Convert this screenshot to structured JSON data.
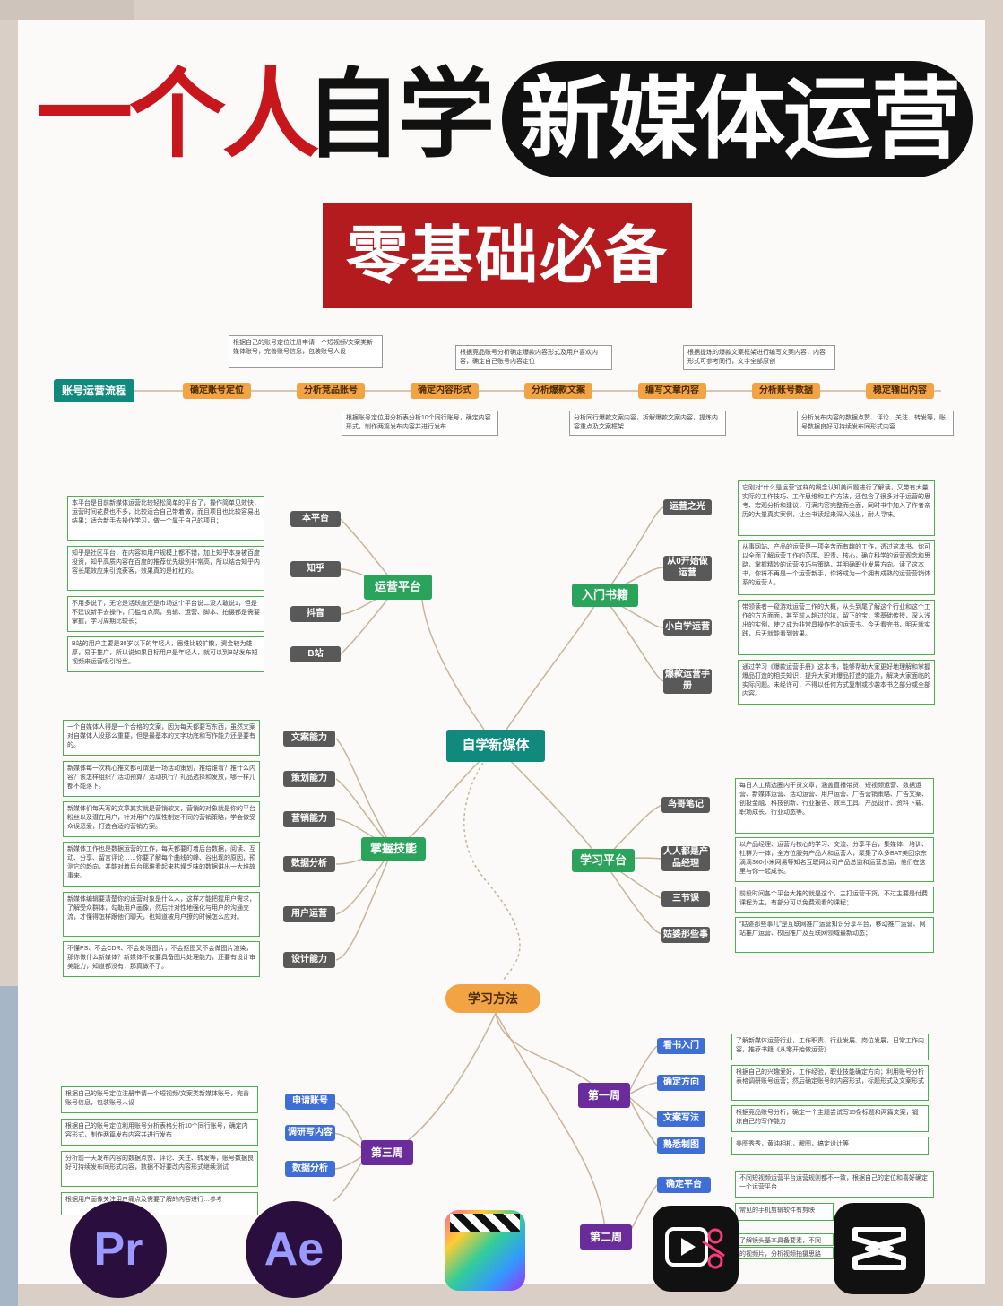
{
  "title": {
    "part_red": "一个人",
    "part_black": "自学",
    "part_pill": "新媒体运营"
  },
  "subtitle": "零基础必备",
  "process": {
    "root": "账号运营流程",
    "steps": [
      "确定账号定位",
      "分析竞品账号",
      "确定内容形式",
      "分析爆款文案",
      "编写文章内容",
      "分析账号数据",
      "稳定输出内容"
    ],
    "notes_top": [
      "根据自己的账号定位注册申请一个短视频/文案类新媒体账号，完善账号信息，包装账号人设",
      "根据竞品账号分析确定爆款内容形式及用户喜欢内容，确定自己账号内容定位",
      "根据提炼的爆款文案框架进行编写文案内容，内容形式可参考同行，文字全部原创"
    ],
    "notes_bottom": [
      "根据账号定位用分析表分析10个同行账号，确定内容形式，制作两篇发布内容并进行发布",
      "分析同行爆款文案内容，拆解爆款文案内容，提炼内容重点及文案框架",
      "分析发布内容的数据点赞、评论、关注、转发等，账号数据良好可持续发布同形式内容"
    ]
  },
  "center": "自学新媒体",
  "platforms": {
    "label": "运营平台",
    "items": [
      {
        "name": "本平台",
        "desc": "本平台是目前新媒体运营比较轻松简单的平台了，操作简单见效快，运营时间花费也不多，比较适合自己带着做，而且项目也比较容易出结果；适合新手去操作学习，做一个属于自己的项目；"
      },
      {
        "name": "知乎",
        "desc": "知乎是社区平台，在内容和用户规模上都不错，加上知乎本身被百度投资，知乎高质内容在百度的推荐优先级别非常高，所以结合知乎内容长尾效应来引流获客，效果真的是杠杠的。"
      },
      {
        "name": "抖音",
        "desc": "不用多说了，无论是活跃度还是市场这个平台说二没人敢说1，但是不建议新手去操作，门槛有点高，剪辑、运营、脚本、拍摄都是需要掌握，学习周期比较长；"
      },
      {
        "name": "B站",
        "desc": "B站的用户主要是30岁以下的年轻人，思维比较扩散，资金较为雄厚，易于推广，所以说如果目标用户是年轻人，就可以到B站发布短视频来运营吸引粉丝。"
      }
    ]
  },
  "skills": {
    "label": "掌握技能",
    "items": [
      {
        "name": "文案能力",
        "desc": "一个自媒体人得是一个合格的文案，因为每天都要写东西，虽然文案对自媒体人没那么重要，但是最基本的文字功底和写作能力还是要有的。"
      },
      {
        "name": "策划能力",
        "desc": "新媒体每一次精心推文都可谓是一场活动策划，推给谁看？推什么内容？该怎样组织？活动预算？活动执行？礼品选择和发放，哪一样儿都不能落下。"
      },
      {
        "name": "营销能力",
        "desc": "新媒体们每天写的文章其实就是营销软文，营销的对象就是你的平台粉丝以及潜在用户，针对用户的属性制定不同的营销策略，学会做受众误恶爱，打造合适的营销方案。"
      },
      {
        "name": "数据分析",
        "desc": "新媒体工作也是数据运营的工作，每天都要盯着后台数据，阅读、互动、分享、留言评论……你要了解每个曲线的峰、谷出现的原因，预测它的趋向，并能对着后台那堆看起来枯燥乏味的数据讲出一大堆故事来。"
      },
      {
        "name": "用户运营",
        "desc": "新媒体编辑要清楚你的运营对象是什么人，这样才能把握用户需求，了解受众群体，勾勒用户画像，然后针对性地强化与用户的沟通交流，才懂得怎样跟他们聊天，也知道被用户撩的时候怎么应对。"
      },
      {
        "name": "设计能力",
        "desc": "不懂PS、不会CDR、不会处理图片，不会抠图又不会做图片渲染，那你做什么新媒体？新媒体不仅要具备图片处理能力，还要有设计审美能力，知道都没有，那真做不了。"
      }
    ]
  },
  "books": {
    "label": "入门书籍",
    "items": [
      {
        "name": "运营之光",
        "desc": "它刚对“什么是运营”这样的概念认知美间题进行了解读，又带有大量实际的工作技巧、工作思维和工作方法，还包含了很多对于运营的思考、宏观分析和建议，可满内容完整而全面，同时书中加入了作者亲历的大量真实案例，让全书读起来深入浅出，耐人寻味。"
      },
      {
        "name": "从0开始做运营",
        "desc": "从事网站、产品的运营是一项辛苦而有趣的工作，透过这本书，你可以全面了解运营工作的范围、职责、核心，确立科学的运营观念和思路，掌握精妙的运营技巧与策略，并明确职业发展方向。读了这本书，你将不再是一个运营新手，你将成为一个拥有成熟的运营营销体系的运营人。"
      },
      {
        "name": "小白学运营",
        "desc": "带领读者一窥游戏运营工作的大概，从头到尾了解这个行业和这个工作的方方面面，甚至前人趟过的坑，留下的宝，零基础传授，深入浅出的实例，使之成为非常具操作性的运营书。今天看完书，明天就实践，后天就能看到效果。"
      },
      {
        "name": "爆款运营手册",
        "desc": "通过学习《爆款运营手册》这本书，能够帮助大家更好地理解和掌握爆品打造的相关知识，提升大家对爆品打造的能力，解决大家面临的实际问题。未经许可，不得以任何方式复制或抄袭本书之部分或全部内容。"
      }
    ]
  },
  "study_platforms": {
    "label": "学习平台",
    "items": [
      {
        "name": "鸟哥笔记",
        "desc": "每日人工精选圈内干货文章，涵盖直播带货、短视频运营、数据运营、新媒体运营、活动运营、用户运营、广告营销策略、广告文案、创投金融、科技创新、行业报告、效率工具、产品设计、资料下载、职场成长、行业动态等。"
      },
      {
        "name": "人人都是产品经理",
        "desc": "以产品经理、运营为核心的学习、交流、分享平台，集媒体、培训、社群为一体，全方位服务产品人和运营人，聚集了众多BAT美团京东滴滴360小米网易等知名互联网公司产品总监和运营总监，他们在这里与你一起成长。"
      },
      {
        "name": "三节课",
        "desc": "前段时间各个平台大推的就是这个，主打运营干货，不过主要是付费课程为主，有部分可以免费观看的课程；"
      },
      {
        "name": "姑婆那些事",
        "desc": "“姑婆那些事儿”是互联网推广运营知识分享平台，移动推广运营、网站推广运营、校园推广及互联网领域最新动态；"
      }
    ]
  },
  "method": {
    "label": "学习方法",
    "week1": {
      "label": "第一周",
      "items": [
        {
          "name": "看书入门",
          "desc": "了解新媒体运营行业，工作职责、行业发展、岗位发展，日常工作内容，推荐书籍《从零开始做运营》"
        },
        {
          "name": "确定方向",
          "desc": "根据自己的兴趣爱好，工作经验，职业技能确定方向；利用账号分析表格调研账号运营；然后确定账号的内容形式，标题形式及文案形式"
        },
        {
          "name": "文案写法",
          "desc": "根据竞品账号分析，确定一个主题尝试写15条标题和两篇文案，锻炼自己的写作能力"
        },
        {
          "name": "熟悉制图",
          "desc": "美图秀秀，黄油相机，醒图，搞定设计等"
        }
      ]
    },
    "week2": {
      "label": "第二周",
      "items": [
        {
          "name": "确定平台",
          "desc": "不同短视频运营平台运营规则都不一致，根据自己的定位和喜好确定一个运营平台"
        }
      ],
      "partial_texts": [
        "常见的手机剪辑软件有剪映",
        "了解镜头基本具备要素，不同",
        "的视频片，分析视频拍摄思路"
      ]
    },
    "week3": {
      "label": "第三周",
      "items": [
        {
          "name": "申请账号",
          "desc": "根据自己的账号定位注册申请一个短视频/文案类新媒体账号，完善账号信息，包装账号人设"
        },
        {
          "name": "调研写内容",
          "desc": "根据自己的账号定位利用账号分析表格分析10个同行账号，确定内容形式，制作两篇发布内容并进行发布"
        },
        {
          "name": "数据分析",
          "desc": "分析前一天发布内容的数据点赞、评论、关注、转发等，账号数据良好可持续发布同形式内容，数据不好要改内容形式继续测试"
        }
      ],
      "partial_text": "根据用户画像关注用户痛点及需要了解的内容进行…参考"
    }
  },
  "apps": [
    {
      "name": "Pr",
      "color": "#9999ff"
    },
    {
      "name": "Ae",
      "color": "#9999ff"
    }
  ]
}
